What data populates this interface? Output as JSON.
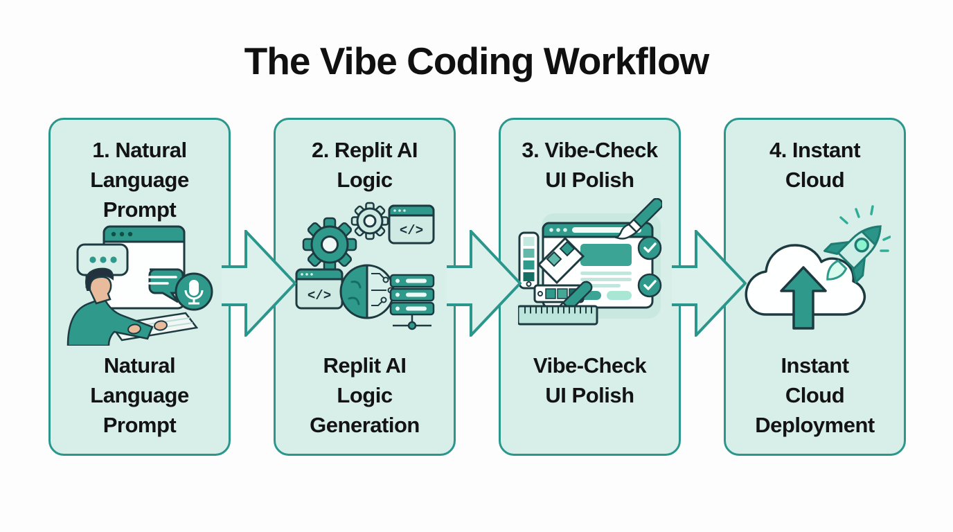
{
  "title": "The Vibe Coding Workflow",
  "steps": [
    {
      "number": "1",
      "heading": "1. Natural\nLanguage\nPrompt",
      "label": "Natural\nLanguage\nPrompt",
      "icon": "person-typing-chat-prompt-icon"
    },
    {
      "number": "2",
      "heading": "2. Replit AI\nLogic",
      "label": "Replit AI\nLogic\nGeneration",
      "icon": "gears-brain-code-servers-icon",
      "code_glyph": "</>"
    },
    {
      "number": "3",
      "heading": "3. Vibe-Check\nUI Polish",
      "label": "Vibe-Check\nUI Polish",
      "icon": "browser-paintbrush-palette-checks-icon"
    },
    {
      "number": "4",
      "heading": "4. Instant\nCloud",
      "label": "Instant\nCloud\nDeployment",
      "icon": "cloud-upload-rocket-icon"
    }
  ],
  "connectors": {
    "style": "block-arrow-right",
    "count": 3
  },
  "colors": {
    "background": "#fdfdfd",
    "box_fill": "#d8efe9",
    "box_border": "#2a968c",
    "arrow_fill": "#dcf1eb",
    "arrow_border": "#2a968c",
    "icon_teal": "#2f9a8b",
    "icon_teal_dark": "#156e63",
    "icon_mint_light": "#cfeae3",
    "icon_outline_dark": "#1d3a40",
    "title_color": "#101010",
    "text_color": "#131313"
  }
}
